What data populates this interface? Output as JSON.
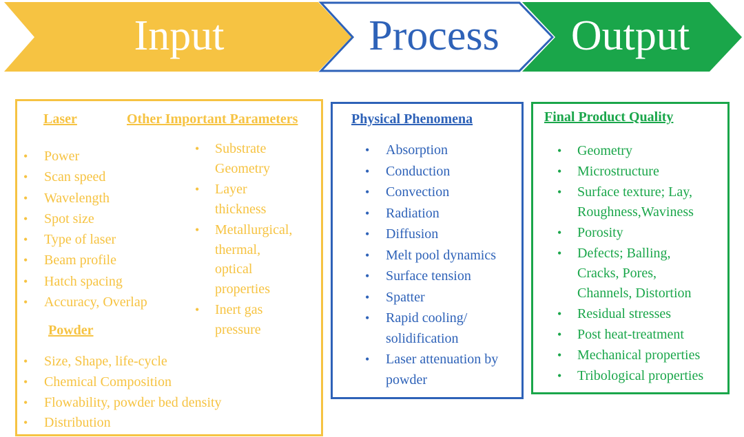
{
  "stages": {
    "input": "Input",
    "process": "Process",
    "output": "Output"
  },
  "colors": {
    "input": "#f6c342",
    "process": "#2e62b8",
    "output": "#1aa64a"
  },
  "input_box": {
    "laser_heading": "Laser",
    "laser_items": [
      "Power",
      "Scan speed",
      "Wavelength",
      "Spot size",
      "Type of laser",
      "Beam profile",
      "Hatch spacing",
      "Accuracy, Overlap"
    ],
    "other_heading": "Other Important Parameters",
    "other_items": [
      [
        "Substrate",
        "Geometry"
      ],
      [
        "Layer",
        "thickness"
      ],
      [
        "Metallurgical,",
        "thermal,",
        "optical",
        "properties"
      ],
      [
        "Inert gas",
        "pressure"
      ]
    ],
    "powder_heading": "Powder",
    "powder_items": [
      "Size, Shape, life-cycle",
      "Chemical Composition",
      "Flowability, powder bed density",
      "Distribution"
    ]
  },
  "process_box": {
    "heading": "Physical Phenomena",
    "items": [
      [
        "Absorption"
      ],
      [
        "Conduction"
      ],
      [
        "Convection"
      ],
      [
        "Radiation"
      ],
      [
        "Diffusion"
      ],
      [
        "Melt pool dynamics"
      ],
      [
        "Surface tension"
      ],
      [
        "Spatter"
      ],
      [
        "Rapid cooling/",
        "solidification"
      ],
      [
        "Laser attenuation by",
        "powder"
      ]
    ]
  },
  "output_box": {
    "heading": "Final Product Quality",
    "items": [
      [
        "Geometry"
      ],
      [
        "Microstructure"
      ],
      [
        "Surface texture; Lay,",
        "Roughness,Waviness"
      ],
      [
        "Porosity"
      ],
      [
        "Defects; Balling,",
        "Cracks, Pores,",
        "Channels, Distortion"
      ],
      [
        "Residual stresses"
      ],
      [
        "Post heat-treatment"
      ],
      [
        "Mechanical properties"
      ],
      [
        "Tribological properties"
      ]
    ]
  }
}
